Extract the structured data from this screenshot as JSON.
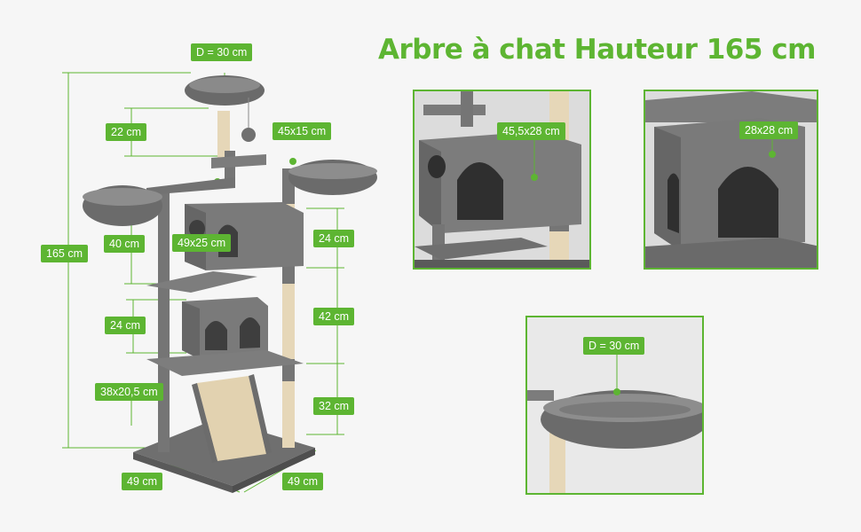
{
  "title": "Arbre à chat Hauteur 165 cm",
  "colors": {
    "accent": "#5db532",
    "fur": "#7b7b7b",
    "sisal": "#e6d7b8"
  },
  "dimensions": {
    "top_diameter": "D = 30 cm",
    "gap_top": "22 cm",
    "hammock": "45x15 cm",
    "height_total": "165 cm",
    "side_bowl_height": "40 cm",
    "house_top": "49x25 cm",
    "post_upper": "24 cm",
    "post_middle": "42 cm",
    "house_small_height": "24 cm",
    "ramp": "38x20,5 cm",
    "post_lower": "32 cm",
    "base_width": "49 cm",
    "base_depth": "49 cm"
  },
  "details": {
    "house_large": "45,5x28 cm",
    "house_small": "28x28 cm",
    "basket": "D = 30 cm"
  }
}
